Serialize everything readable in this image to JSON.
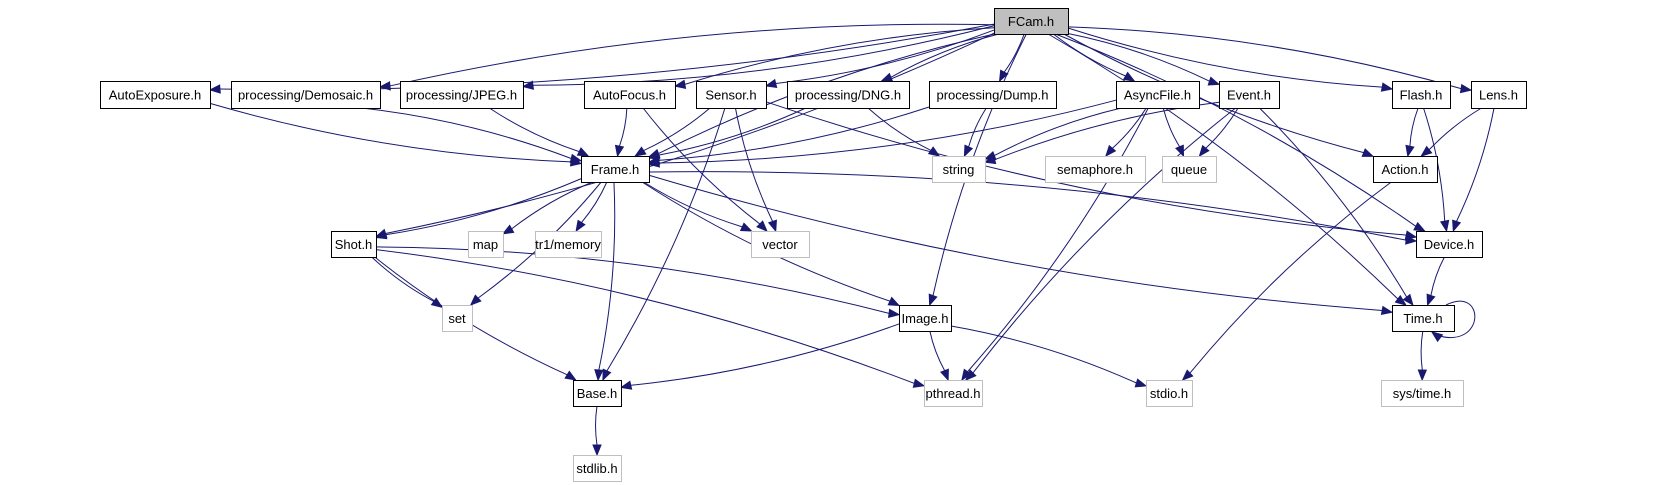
{
  "title": "FCam.h include dependency graph",
  "colors": {
    "edge": "#191970",
    "root_fill": "#bfbfbf",
    "node_border": "#000000",
    "system_border": "#bfbfbf",
    "background": "#ffffff"
  },
  "nodes": [
    {
      "id": "fcam",
      "label": "FCam.h",
      "kind": "root"
    },
    {
      "id": "autoexposure",
      "label": "AutoExposure.h",
      "kind": "project"
    },
    {
      "id": "demosaic",
      "label": "processing/Demosaic.h",
      "kind": "project"
    },
    {
      "id": "jpeg",
      "label": "processing/JPEG.h",
      "kind": "project"
    },
    {
      "id": "autofocus",
      "label": "AutoFocus.h",
      "kind": "project"
    },
    {
      "id": "sensor",
      "label": "Sensor.h",
      "kind": "project"
    },
    {
      "id": "dng",
      "label": "processing/DNG.h",
      "kind": "project"
    },
    {
      "id": "dump",
      "label": "processing/Dump.h",
      "kind": "project"
    },
    {
      "id": "asyncfile",
      "label": "AsyncFile.h",
      "kind": "project"
    },
    {
      "id": "event",
      "label": "Event.h",
      "kind": "project"
    },
    {
      "id": "flash",
      "label": "Flash.h",
      "kind": "project"
    },
    {
      "id": "lens",
      "label": "Lens.h",
      "kind": "project"
    },
    {
      "id": "frame",
      "label": "Frame.h",
      "kind": "project"
    },
    {
      "id": "string",
      "label": "string",
      "kind": "system"
    },
    {
      "id": "semaphore",
      "label": "semaphore.h",
      "kind": "system"
    },
    {
      "id": "queue",
      "label": "queue",
      "kind": "system"
    },
    {
      "id": "action",
      "label": "Action.h",
      "kind": "project"
    },
    {
      "id": "shot",
      "label": "Shot.h",
      "kind": "project"
    },
    {
      "id": "map",
      "label": "map",
      "kind": "system"
    },
    {
      "id": "memory",
      "label": "tr1/memory",
      "kind": "system"
    },
    {
      "id": "vector",
      "label": "vector",
      "kind": "system"
    },
    {
      "id": "device",
      "label": "Device.h",
      "kind": "project"
    },
    {
      "id": "set",
      "label": "set",
      "kind": "system"
    },
    {
      "id": "image",
      "label": "Image.h",
      "kind": "project"
    },
    {
      "id": "time",
      "label": "Time.h",
      "kind": "project"
    },
    {
      "id": "base",
      "label": "Base.h",
      "kind": "project"
    },
    {
      "id": "pthread",
      "label": "pthread.h",
      "kind": "system"
    },
    {
      "id": "stdio",
      "label": "stdio.h",
      "kind": "system"
    },
    {
      "id": "systime",
      "label": "sys/time.h",
      "kind": "system"
    },
    {
      "id": "stdlib",
      "label": "stdlib.h",
      "kind": "system"
    }
  ],
  "edges": [
    [
      "fcam",
      "autoexposure"
    ],
    [
      "fcam",
      "demosaic"
    ],
    [
      "fcam",
      "jpeg"
    ],
    [
      "fcam",
      "autofocus"
    ],
    [
      "fcam",
      "sensor"
    ],
    [
      "fcam",
      "dng"
    ],
    [
      "fcam",
      "dump"
    ],
    [
      "fcam",
      "asyncfile"
    ],
    [
      "fcam",
      "event"
    ],
    [
      "fcam",
      "flash"
    ],
    [
      "fcam",
      "lens"
    ],
    [
      "fcam",
      "frame"
    ],
    [
      "fcam",
      "shot"
    ],
    [
      "fcam",
      "action"
    ],
    [
      "fcam",
      "device"
    ],
    [
      "fcam",
      "image"
    ],
    [
      "fcam",
      "time"
    ],
    [
      "autoexposure",
      "frame"
    ],
    [
      "demosaic",
      "frame"
    ],
    [
      "jpeg",
      "frame"
    ],
    [
      "autofocus",
      "frame"
    ],
    [
      "autofocus",
      "vector"
    ],
    [
      "sensor",
      "frame"
    ],
    [
      "sensor",
      "vector"
    ],
    [
      "sensor",
      "base"
    ],
    [
      "sensor",
      "device"
    ],
    [
      "dng",
      "frame"
    ],
    [
      "dng",
      "string"
    ],
    [
      "dump",
      "frame"
    ],
    [
      "dump",
      "string"
    ],
    [
      "asyncfile",
      "frame"
    ],
    [
      "asyncfile",
      "string"
    ],
    [
      "asyncfile",
      "semaphore"
    ],
    [
      "asyncfile",
      "queue"
    ],
    [
      "asyncfile",
      "pthread"
    ],
    [
      "event",
      "string"
    ],
    [
      "event",
      "queue"
    ],
    [
      "event",
      "pthread"
    ],
    [
      "event",
      "time"
    ],
    [
      "flash",
      "action"
    ],
    [
      "flash",
      "device"
    ],
    [
      "lens",
      "action"
    ],
    [
      "lens",
      "device"
    ],
    [
      "action",
      "stdio"
    ],
    [
      "frame",
      "shot"
    ],
    [
      "frame",
      "map"
    ],
    [
      "frame",
      "memory"
    ],
    [
      "frame",
      "vector"
    ],
    [
      "frame",
      "set"
    ],
    [
      "frame",
      "image"
    ],
    [
      "frame",
      "device"
    ],
    [
      "frame",
      "time"
    ],
    [
      "frame",
      "base"
    ],
    [
      "shot",
      "set"
    ],
    [
      "shot",
      "image"
    ],
    [
      "shot",
      "base"
    ],
    [
      "shot",
      "pthread"
    ],
    [
      "device",
      "time"
    ],
    [
      "time",
      "time"
    ],
    [
      "time",
      "systime"
    ],
    [
      "image",
      "base"
    ],
    [
      "image",
      "pthread"
    ],
    [
      "image",
      "stdio"
    ],
    [
      "base",
      "stdlib"
    ]
  ]
}
